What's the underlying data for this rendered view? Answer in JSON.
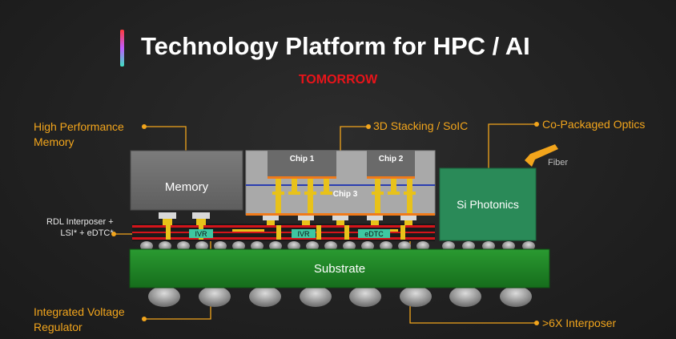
{
  "header": {
    "title": "Technology Platform for HPC / AI",
    "subtitle": "TOMORROW"
  },
  "callouts": {
    "memory": "High Performance\nMemory",
    "stacking": "3D Stacking / SoIC",
    "optics": "Co-Packaged Optics",
    "rdl": "RDL Interposer +\nLSI* + eDTC*",
    "ivr_callout": "Integrated Voltage\nRegulator",
    "interposer": ">6X Interposer"
  },
  "components": {
    "memory": "Memory",
    "chip1": "Chip 1",
    "chip2": "Chip 2",
    "chip3": "Chip 3",
    "photonics": "Si Photonics",
    "fiber": "Fiber",
    "substrate": "Substrate",
    "ivr1": "IVR",
    "ivr2": "IVR",
    "edtc": "eDTC"
  },
  "colors": {
    "accent": "#f2a51c",
    "highlight": "#e8141a",
    "substrate": "#1f8a26",
    "photonics": "#2a8a58",
    "memory": "#707070"
  }
}
